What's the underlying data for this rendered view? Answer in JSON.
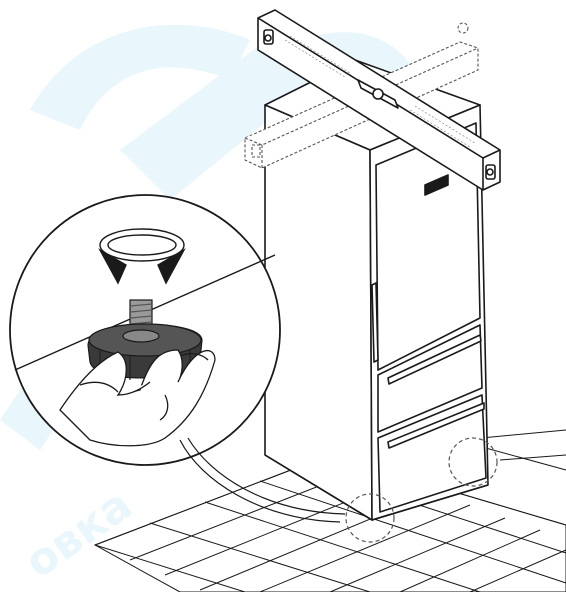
{
  "illustration": {
    "subject": "fridge-leveling-diagram",
    "watermark_text": "овка",
    "colors": {
      "outline": "#1a1a1a",
      "watermark": "#d7eef7",
      "handle": "#ffffff",
      "foot": "#3a3a3a",
      "thread": "#8a8a8a",
      "dashed": "#555555"
    },
    "icons": [
      "spirit-level",
      "rotate-arrows-icon",
      "adjustable-foot",
      "hand"
    ]
  }
}
